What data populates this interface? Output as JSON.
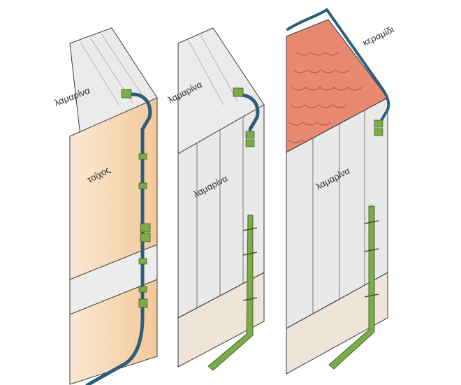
{
  "labels": {
    "roof_sheet_1": "λαμαρίνα",
    "wall_1": "τοίχος",
    "roof_sheet_2": "λαμαρίνα",
    "wall_sheet_2": "λαμαρίνα",
    "roof_tiles_3": "κεραμίδι",
    "wall_sheet_3": "λαμαρίνα"
  },
  "colors": {
    "wall_plaster": "#f6dcbc",
    "sheet_grey": "#e6e6e6",
    "roof_tile": "#e88a72",
    "tile_line": "#b5523d",
    "gutter_blue": "#2c5d7a",
    "bracket_green": "#7cab4a",
    "outline": "#3a3a3a"
  }
}
